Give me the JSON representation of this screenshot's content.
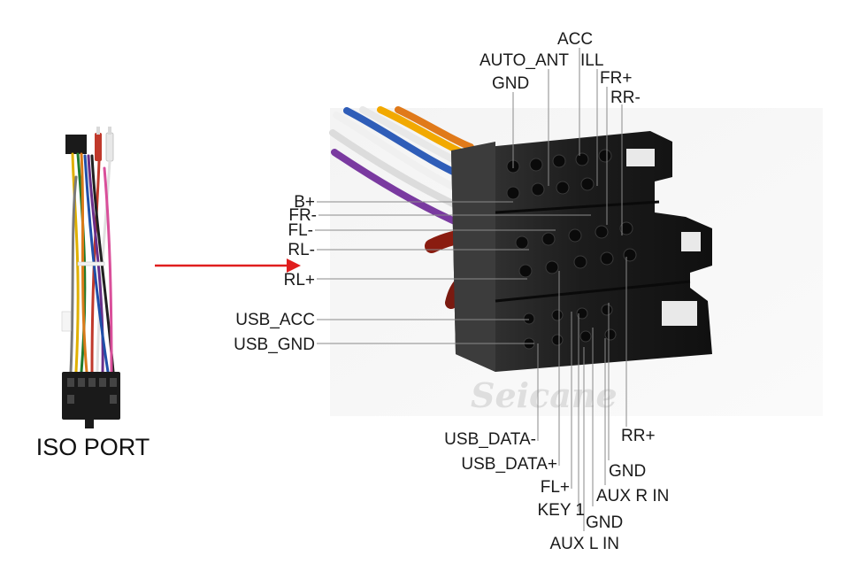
{
  "title": "ISO PORT",
  "watermark": "Seicane",
  "arrow_color": "#e01e1e",
  "connector_color": "#1c1c1c",
  "pins_top": {
    "acc": "ACC",
    "auto_ant": "AUTO_ANT",
    "ill": "ILL",
    "gnd": "GND",
    "fr_plus": "FR+",
    "rr_minus": "RR-"
  },
  "pins_left": {
    "b_plus": "B+",
    "fr_minus": "FR-",
    "fl_minus": "FL-",
    "rl_minus": "RL-",
    "rl_plus": "RL+",
    "usb_acc": "USB_ACC",
    "usb_gnd": "USB_GND"
  },
  "pins_bottom": {
    "usb_data_minus": "USB_DATA-",
    "usb_data_plus": "USB_DATA+",
    "fl_plus": "FL+",
    "key1": "KEY 1",
    "aux_l_in": "AUX L IN",
    "gnd": "GND",
    "aux_r_in": "AUX R IN",
    "gnd2": "GND",
    "rr_plus": "RR+"
  }
}
